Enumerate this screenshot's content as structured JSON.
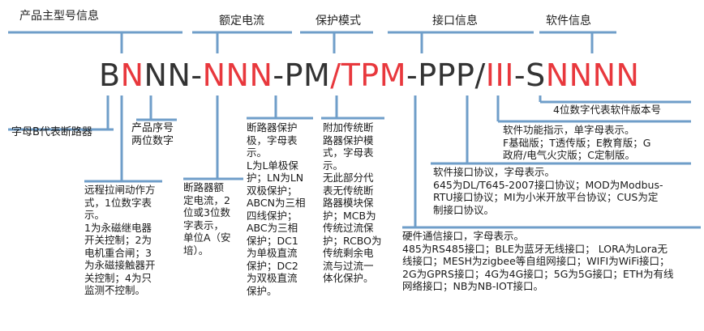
{
  "headers": {
    "main_model": "产品主型号信息",
    "rated_current": "额定电流",
    "protection_mode": "保护模式",
    "interface": "接口信息",
    "software": "软件信息"
  },
  "code_segments": [
    {
      "text": "B",
      "color": "black"
    },
    {
      "text": "N",
      "color": "red"
    },
    {
      "text": "NN-",
      "color": "black"
    },
    {
      "text": "NNN",
      "color": "red"
    },
    {
      "text": "-PM",
      "color": "black"
    },
    {
      "text": "/TPM",
      "color": "red"
    },
    {
      "text": "-PPP/",
      "color": "black"
    },
    {
      "text": "III",
      "color": "red"
    },
    {
      "text": "-S",
      "color": "black"
    },
    {
      "text": "NNNN",
      "color": "red"
    }
  ],
  "labels": {
    "letter_b": "字母B代表断路器",
    "serial_line1": "产品序号",
    "serial_line2": "两位数字"
  },
  "blocks": {
    "remote": [
      "远程拉闸动作方",
      "式，1位数字表",
      "示。",
      "1为永磁继电器",
      "开关控制；2为",
      "电机重合闸；3",
      "为永磁接触器开",
      "关控制；4为只",
      "监测不控制。"
    ],
    "current": [
      "断路器额",
      "定电流，2",
      "位或3位数",
      "字表示，",
      "单位A（安",
      "培）。"
    ],
    "protect": [
      "断路器保护",
      "极，字母表",
      "示。",
      "L为L单极保",
      "护；LN为LN",
      "双极保护；",
      "ABCN为三相",
      "四线保护；",
      "ABC为三相",
      "保护；DC1",
      "为单极直流",
      "保护；DC2",
      "为双极直流",
      "保护。"
    ],
    "extra": [
      "附加传统断",
      "路器保护模",
      "式，字母表",
      "示。",
      "无此部分代",
      "表无传统断",
      "路器模块保",
      "护；MCB为",
      "传统过流保",
      "护；RCBO为",
      "传统剩余电",
      "流与过流一",
      "体化保护。"
    ],
    "hw": [
      "硬件通信接口，字母表示。",
      "485为RS485接口；BLE为蓝牙无线接口；   LORA为Lora无",
      "线接口；MESH为zigbee等自组网接口；WIFI为WiFi接口；",
      "2G为GPRS接口；4G为4G接口；5G为5G接口；ETH为有线",
      "网络接口；NB为NB-IOT接口。"
    ],
    "sw_proto": [
      "软件接口协议，字母表示。",
      "645为DL/T645-2007接口协议；MOD为Modbus-",
      "RTU接口协议；MI为小米开放平台协议；CUS为定",
      "制接口协议。"
    ],
    "sw_func": [
      "软件功能指示，单字母表示。",
      "F基础版；T透传版；E教育版；G",
      "政府/电气火灾版；C定制版。"
    ],
    "version": [
      "4位数字代表软件版本号"
    ]
  },
  "colors": {
    "accent_red": "#e8383d",
    "line_blue": "#6f9ec9",
    "text": "#1a1a1a"
  }
}
